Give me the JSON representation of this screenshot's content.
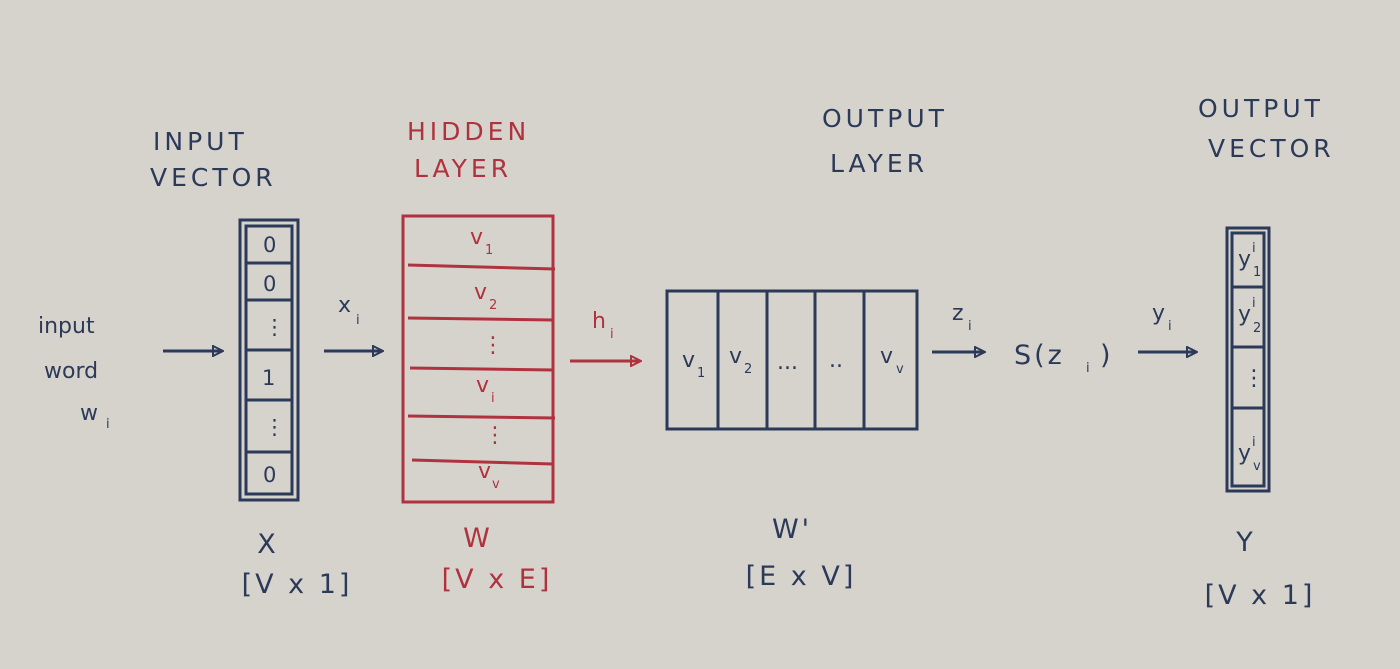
{
  "input_section": {
    "title_line1": "INPUT",
    "title_line2": "VECTOR",
    "cells": [
      "0",
      "0",
      "⋮",
      "1",
      "⋮",
      "0"
    ],
    "symbol": "X",
    "dims": "[V x 1]"
  },
  "input_word": {
    "line1": "input",
    "line2": "word",
    "line3": "w",
    "line3_sub": "i"
  },
  "arrow_x": {
    "label": "x",
    "sub": "i"
  },
  "hidden_section": {
    "title_line1": "HIDDEN",
    "title_line2": "LAYER",
    "rows": [
      {
        "main": "v",
        "sub": "1"
      },
      {
        "main": "v",
        "sub": "2"
      },
      {
        "main": "⋮",
        "sub": ""
      },
      {
        "main": "v",
        "sub": "i"
      },
      {
        "main": "⋮",
        "sub": ""
      },
      {
        "main": "v",
        "sub": "v"
      }
    ],
    "symbol": "W",
    "dims": "[V x E]"
  },
  "arrow_h": {
    "label": "h",
    "sub": "i"
  },
  "output_layer": {
    "title_line1": "OUTPUT",
    "title_line2": "LAYER",
    "columns": [
      {
        "main": "v",
        "sub": "1"
      },
      {
        "main": "v",
        "sub": "2"
      },
      {
        "main": "...",
        "sub": ""
      },
      {
        "main": "..",
        "sub": ""
      },
      {
        "main": "v",
        "sub": "v"
      }
    ],
    "symbol": "W'",
    "dims": "[E x V]"
  },
  "arrow_z": {
    "label": "z",
    "sub": "i"
  },
  "softmax": {
    "label": "S(z",
    "sub": "i",
    "close": ")"
  },
  "arrow_y": {
    "label": "y",
    "sub": "i"
  },
  "output_vector": {
    "title_line1": "OUTPUT",
    "title_line2": "VECTOR",
    "cells": [
      {
        "main": "y",
        "sup": "i",
        "sub": "1"
      },
      {
        "main": "y",
        "sup": "i",
        "sub": "2"
      },
      {
        "main": "⋮",
        "sup": "",
        "sub": ""
      },
      {
        "main": "y",
        "sup": "i",
        "sub": "v"
      }
    ],
    "symbol": "Y",
    "dims": "[V x 1]"
  },
  "colors": {
    "ink": "#2c3a5a",
    "red": "#b0323f",
    "paper": "#d6d3cc"
  }
}
